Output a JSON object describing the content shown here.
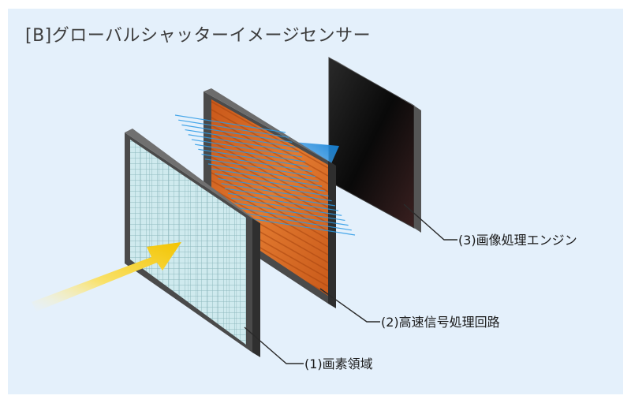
{
  "figure": {
    "title": "[B]グローバルシャッターイメージセンサー",
    "labels": {
      "pixel_area": "(1)画素領域",
      "signal_circuit": "(2)高速信号処理回路",
      "image_engine": "(3)画像処理エンジン"
    }
  },
  "colors": {
    "background": "#e4f0fb",
    "pixel_grid_face": "#cde9ec",
    "signal_circuit_face": "#d76a22",
    "engine_face": "#141414",
    "frame": "#4a4a4a",
    "light_arrow": "#f7d11a",
    "data_arrow": "#1f8ee0",
    "connection_lines": "#2a9ae6"
  },
  "icons": {
    "light_arrow": "incoming-light-arrow",
    "data_arrow": "data-transfer-arrow"
  }
}
